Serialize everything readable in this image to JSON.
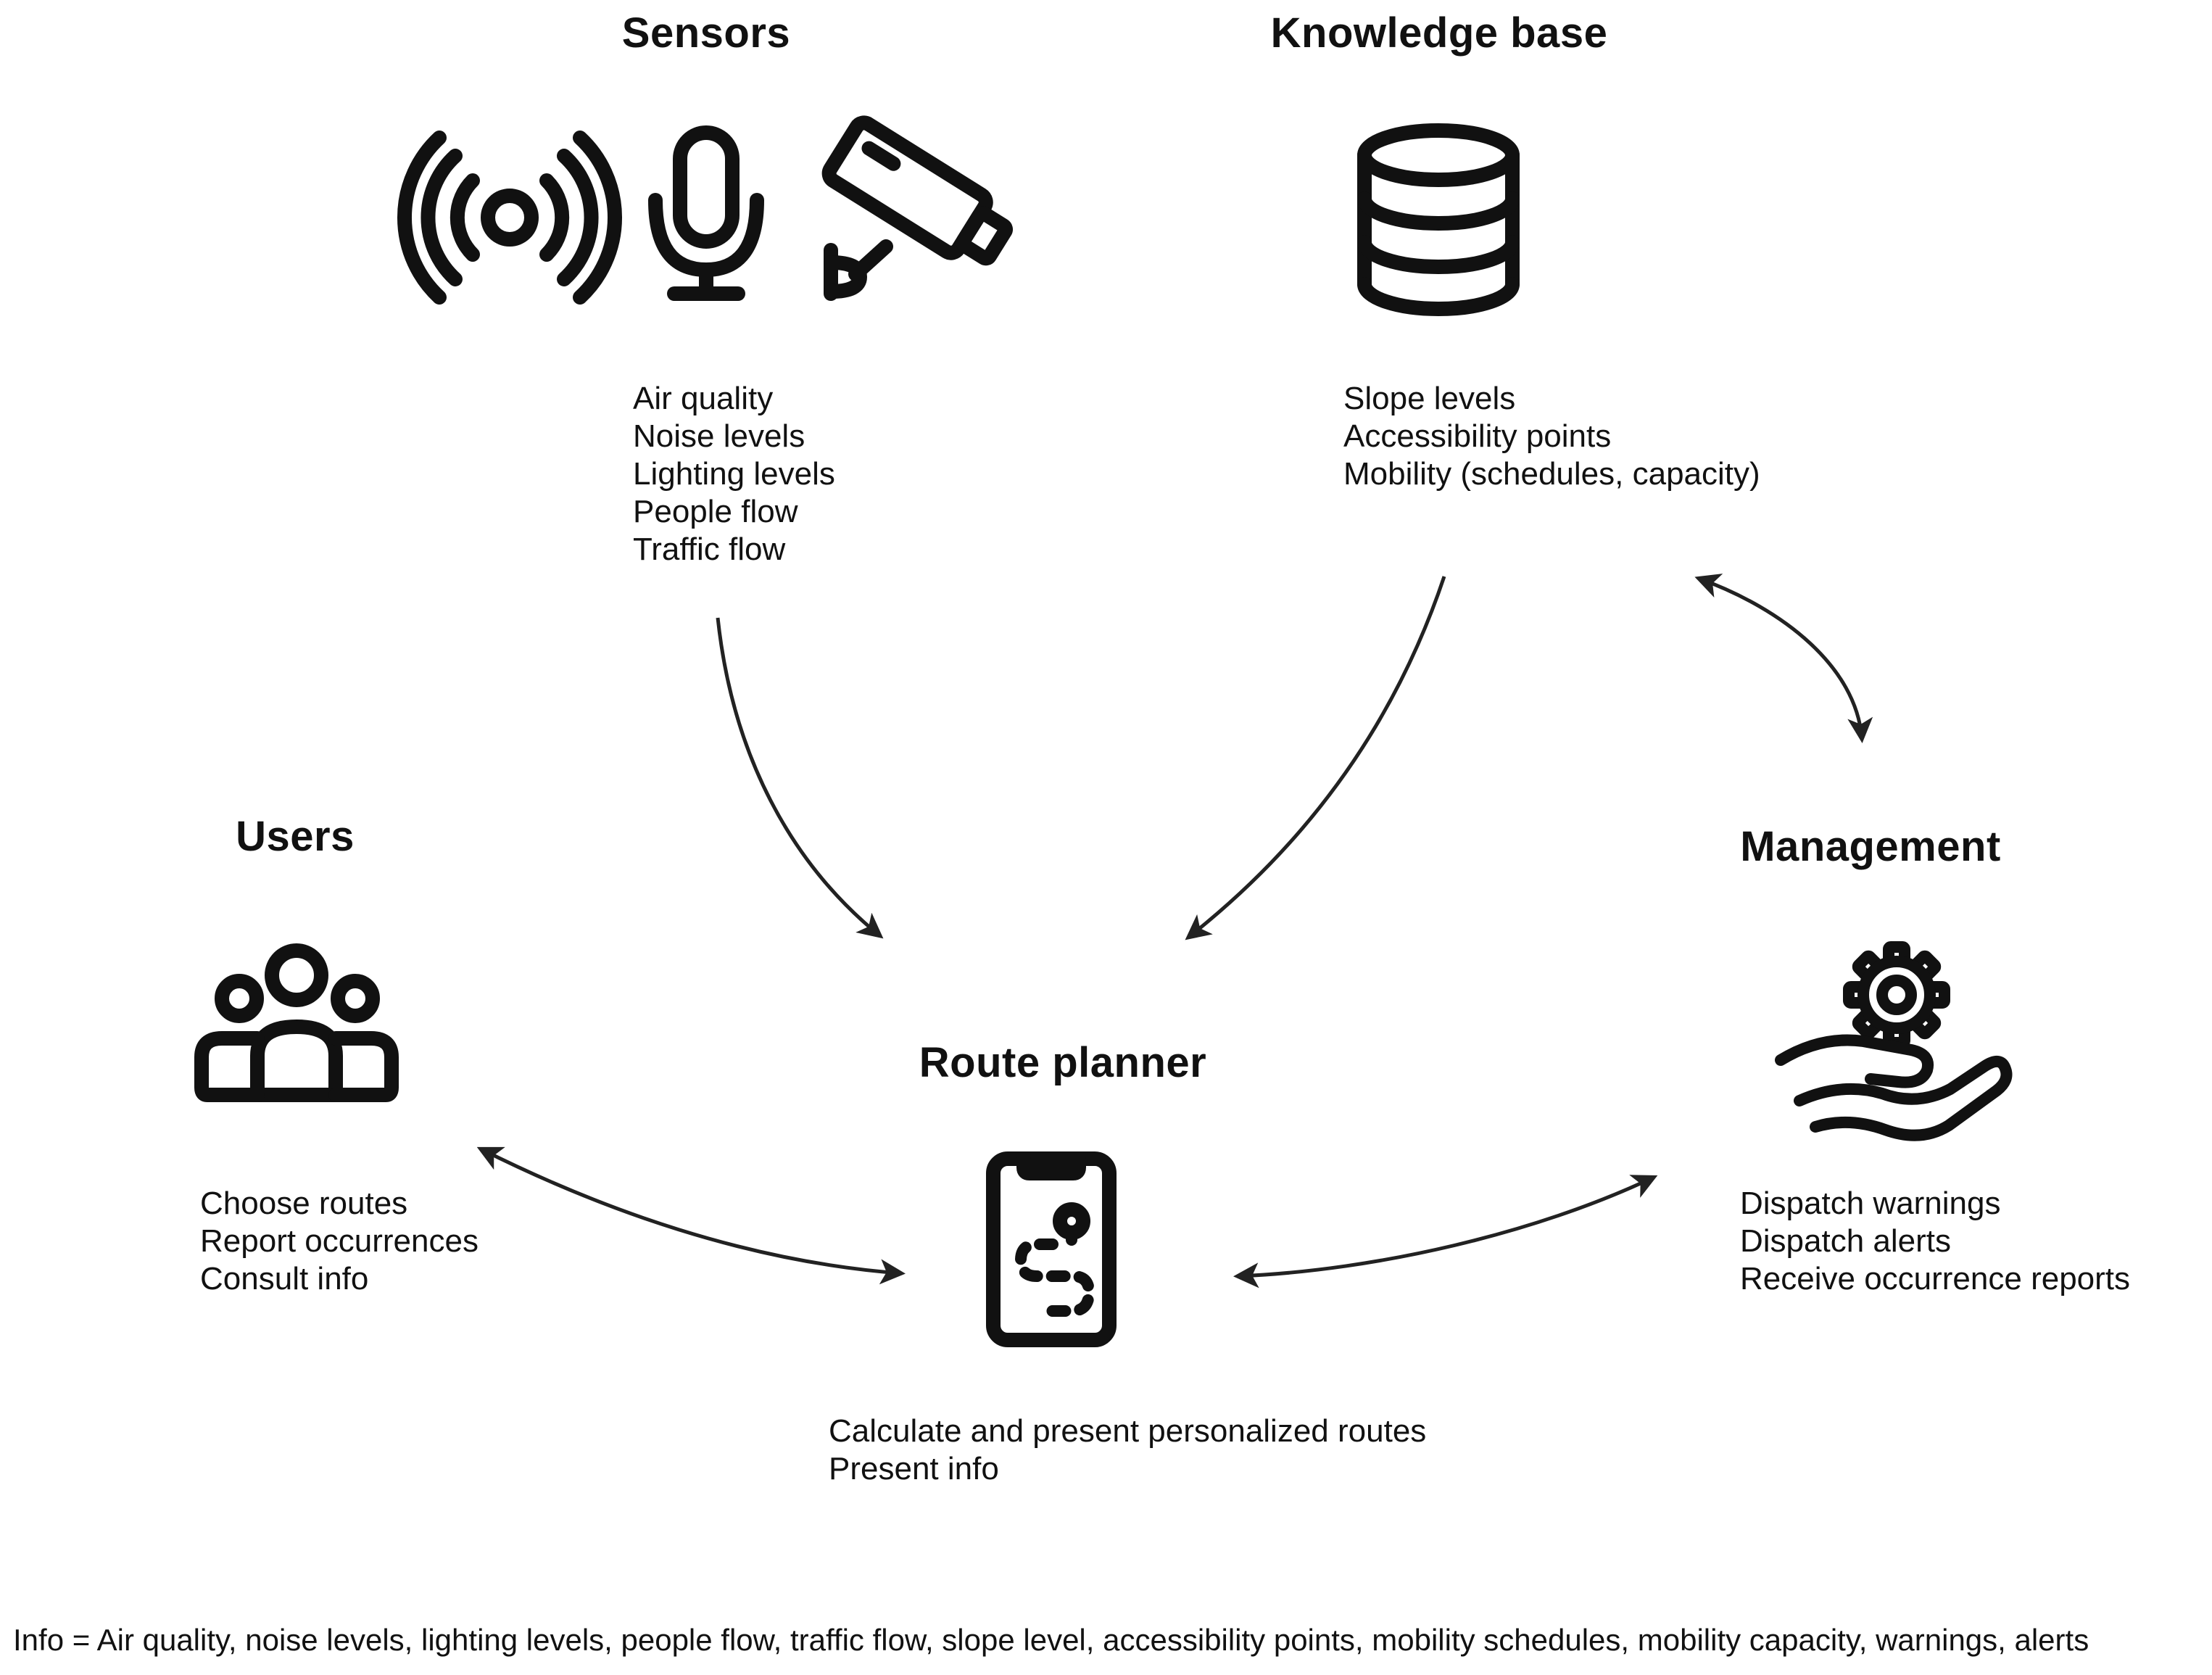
{
  "nodes": {
    "sensors": {
      "title": "Sensors",
      "items": [
        "Air quality",
        "Noise levels",
        "Lighting levels",
        "People flow",
        "Traffic flow"
      ]
    },
    "knowledge_base": {
      "title": "Knowledge base",
      "items": [
        "Slope levels",
        "Accessibility points",
        "Mobility (schedules, capacity)"
      ]
    },
    "users": {
      "title": "Users",
      "items": [
        "Choose routes",
        "Report occurrences",
        "Consult info"
      ]
    },
    "route_planner": {
      "title": "Route planner",
      "items": [
        "Calculate and present personalized routes",
        "Present info"
      ]
    },
    "management": {
      "title": "Management",
      "items": [
        "Dispatch warnings",
        "Dispatch alerts",
        "Receive occurrence reports"
      ]
    }
  },
  "icons": {
    "sensors": [
      "broadcast-icon",
      "microphone-icon",
      "security-camera-icon"
    ],
    "knowledge_base": "database-icon",
    "users": "users-group-icon",
    "route_planner": "smartphone-route-icon",
    "management": "hand-gear-icon"
  },
  "edges": [
    {
      "from": "sensors",
      "to": "route_planner",
      "direction": "one-way"
    },
    {
      "from": "knowledge_base",
      "to": "route_planner",
      "direction": "one-way"
    },
    {
      "from": "knowledge_base",
      "to": "management",
      "direction": "two-way"
    },
    {
      "from": "users",
      "to": "route_planner",
      "direction": "two-way"
    },
    {
      "from": "management",
      "to": "route_planner",
      "direction": "two-way"
    }
  ],
  "footnote": "Info = Air quality, noise levels, lighting levels, people flow, traffic flow, slope level, accessibility points, mobility schedules, mobility capacity, warnings, alerts",
  "colors": {
    "ink": "#111111",
    "arrow": "#222222",
    "background": "#ffffff"
  }
}
